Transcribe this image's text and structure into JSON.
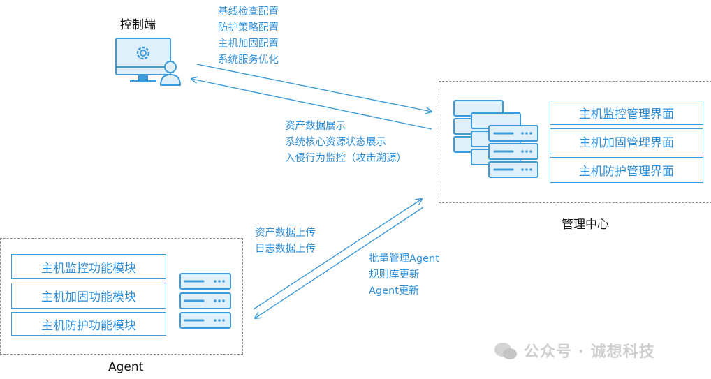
{
  "console": {
    "title": "控制端",
    "config_items": [
      "基线检查配置",
      "防护策略配置",
      "主机加固配置",
      "系统服务优化"
    ]
  },
  "center": {
    "title": "管理中心",
    "ui_items": [
      "主机监控管理界面",
      "主机加固管理界面",
      "主机防护管理界面"
    ],
    "display_items": [
      "资产数据展示",
      "系统核心资源状态展示",
      "入侵行为监控（攻击溯源）"
    ]
  },
  "agent": {
    "title": "Agent",
    "modules": [
      "主机监控功能模块",
      "主机加固功能模块",
      "主机防护功能模块"
    ],
    "upload_items": [
      "资产数据上传",
      "日志数据上传"
    ],
    "manage_items": [
      "批量管理Agent",
      "规则库更新",
      "Agent更新"
    ]
  },
  "watermark": {
    "text": "公众号 · 诚想科技"
  },
  "colors": {
    "accent": "#2f8fd8",
    "line": "#3d9bd9",
    "icon_fill": "#dff0fb"
  }
}
